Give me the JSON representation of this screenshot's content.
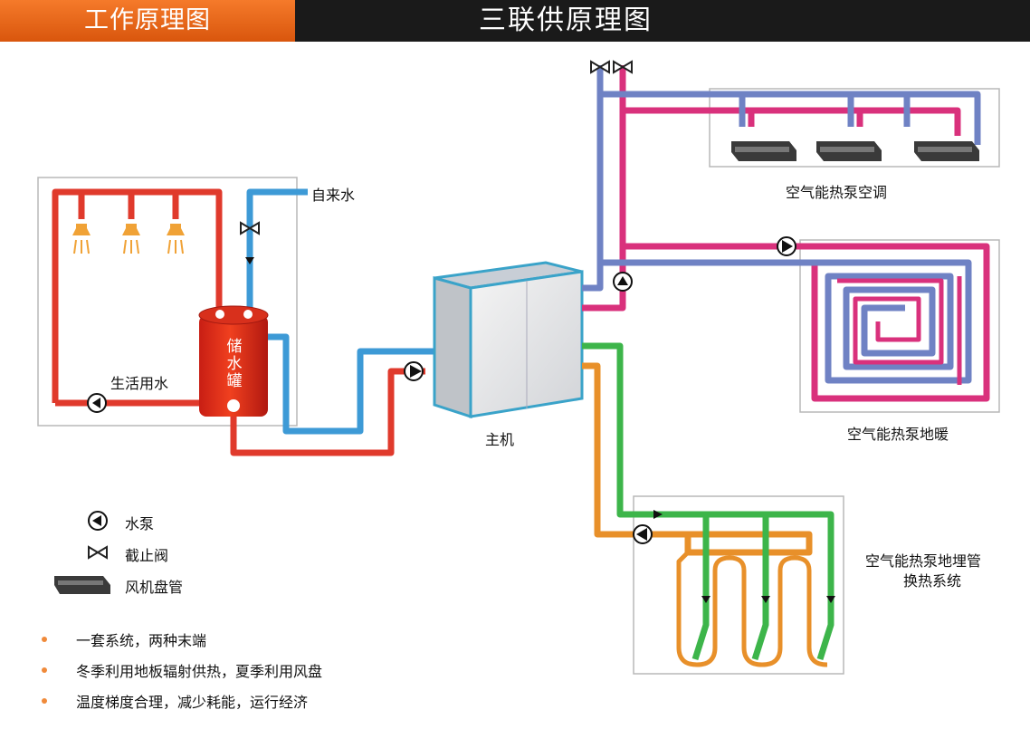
{
  "header": {
    "tab_label": "工作原理图",
    "title": "三联供原理图"
  },
  "labels": {
    "tap_water": "自来水",
    "tank": "储水罐",
    "domestic_water": "生活用水",
    "host_unit": "主机",
    "ac": "空气能热泵空调",
    "floor_heating": "空气能热泵地暖",
    "ground_loop_line1": "空气能热泵地埋管",
    "ground_loop_line2": "换热系统"
  },
  "legend": {
    "pump": "水泵",
    "valve": "截止阀",
    "fan_coil": "风机盘管"
  },
  "notes": [
    "一套系统，两种末端",
    "冬季利用地板辐射供热，夏季利用风盘",
    "温度梯度合理，减少耗能，运行经济"
  ],
  "colors": {
    "hot_water": "#e03a2c",
    "cold_water": "#3d9ad6",
    "supply_magenta": "#d9317c",
    "return_blue": "#6f82c4",
    "ground_green": "#3db54a",
    "ground_orange": "#e8902a",
    "header_tab": "#f57a2a",
    "header_bar": "#1a1a1a"
  }
}
